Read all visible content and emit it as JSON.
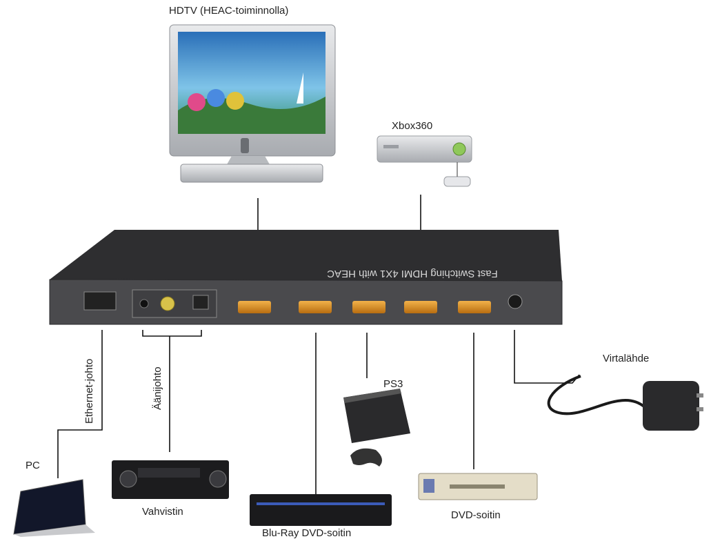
{
  "labels": {
    "hdtv": "HDTV (HEAC-toiminnolla)",
    "xbox": "Xbox360",
    "switch_text": "Fast Switching HDMI 4X1 with HEAC",
    "virtalahde": "Virtalähde",
    "ethernet": "Ethernet-johto",
    "aanijohto": "Äänijohto",
    "ps3": "PS3",
    "pc": "PC",
    "vahvistin": "Vahvistin",
    "dvd": "DVD-soitin",
    "bluray": "Blu-Ray DVD-soitin"
  },
  "colors": {
    "device_dark": "#2e2e30",
    "hdmi_gold": "#d88a1e",
    "line": "#111111"
  }
}
